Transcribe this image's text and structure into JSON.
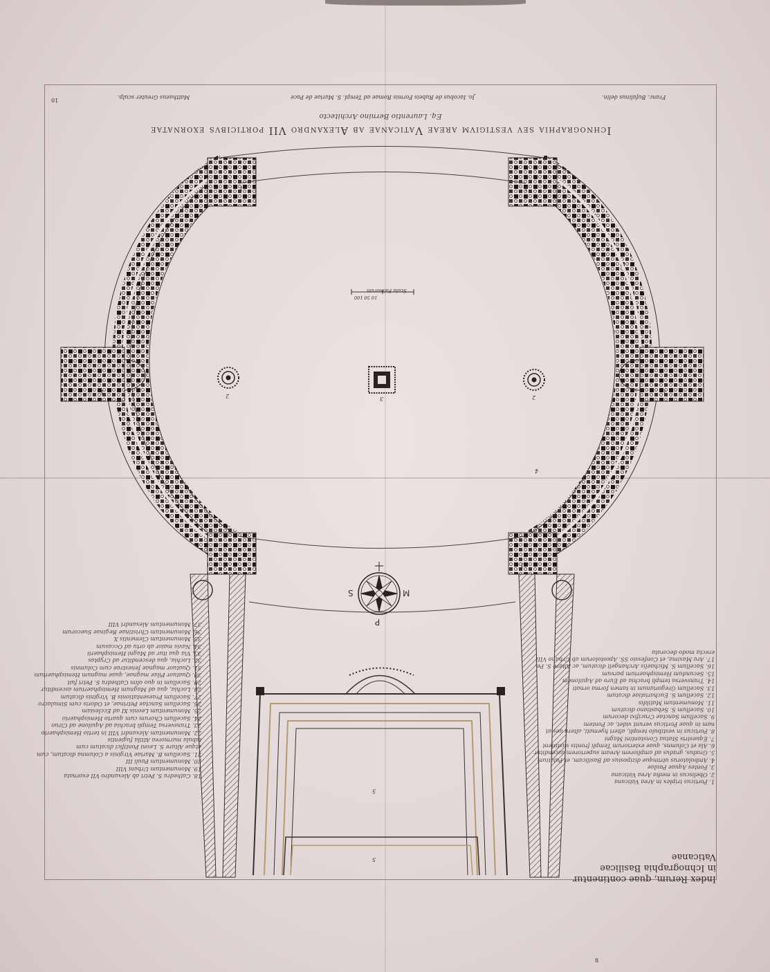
{
  "colors": {
    "paper": "#e6dedd",
    "ink": "#3c3230",
    "plate_border": "#8d7f7c"
  },
  "plate": {
    "title": "Ichnographia sev vestigivm areae Vaticanae ab Alexandro VII porticibvs exornatae",
    "subtitle": "Eq. Laurentio Bernino Architecto",
    "credit_left": "Franc. Bufalinus delin.",
    "credit_center": "Jo. Iacobus de Rubeis Formis Romae ad Templ. S. Mariae de Pace",
    "credit_right": "Matthaeus Greuter sculp.",
    "plate_number": "10"
  },
  "plan": {
    "scale_label": "Scala Palmorum",
    "scale_ticks": "10   50   100",
    "figure_labels": [
      "2",
      "3",
      "2",
      "4",
      "1",
      "1",
      "1",
      "1",
      "1",
      "1",
      "5",
      "5"
    ],
    "compass": {
      "top": "P",
      "left": "M",
      "right": "S",
      "bottom": "+"
    }
  },
  "index": {
    "title": "Index Rerum, quae continentur in Ichnographia Basilicae Vaticanae",
    "items_right": [
      "1. Porticus triplex in Area Vaticana",
      "2. Obeliscus in media Area Vaticana",
      "3. Fontes Aquae Paulae",
      "4. Ambulatorus utrimque diziposius ad Basilicam, et Palatium",
      "5. Gradus, gradus ad ampliorem Aream superiorem ascenditur",
      "6. Ala et Columns, quae exteriorum Templi frontis sustinent",
      "7. Equestris Statua Constantini Magni",
      "8. Porticus in vestibulo templi, alteri hyemati, altera aesiat",
      "nam in quae Porticus verunt videt, ac Pontem",
      "9. Sacellum Sanctae Crucifixi decorum",
      "10. Sacellum S. Sebastiano dicatum",
      "11. Monumentum Matildis",
      "12. Sacellum S. Eucharistiae dicatum",
      "13. Sacellum Gregorianum in tamen forma ornati",
      "14. Transversa templi brachia ad Euro ad Aquilonem",
      "15. Secundum Hemisphaerium parvum",
      "16. Sacellum S. Michaelis Archangeli dicatum, ac Altare S. Pe.",
      "17. Ara Maxima, et Confessio SS. Apostolorum ab Urbano VIII",
      "erecta modo decorata"
    ],
    "items_left": [
      "18. Cathedra S. Petri ab Alexandro VII exornata",
      "19. Monumentum Urbani VIII",
      "20. Monumentum Pauli III",
      "21. Sacellum B. Mariae Virginis a Columna dicatum, cum",
      "atque Altare S. Leoni Pontifici dicatum cum",
      "tabula marmorea Attila fugientis",
      "22. Monumentum Alexandri VIII in tertio Hemisphaerio",
      "23. Transversa Templi brachia ad Aquilone ad Ciruo",
      "24. Sacellum Chorum cum quarto Hemisphaerio",
      "25. Monumentum Leonis XI ad Ecclesiam",
      "26. Sacellum Sanctae Petrinae, et Odoris cum Simulacro",
      "27. Sacellum Praesentationis B. Virginis dicatum",
      "28. Lochia, qua ad Magnum Hemisphaerium ascenditur",
      "29. Sacellum in quo olim Cathedra S. Petri fuit",
      "30. Quatuor Pilae magnae, quae magnum Hemisphaerium",
      "31. Quatuor magnae fenestrae cum Columnis",
      "32. Lochia, qua descenditur ad Cryptas",
      "33. Via qua itur ad Magni Hemisphaerii",
      "34. Navis maior ab ortu ad Occasum",
      "35. Monumentum Clementis X",
      "36. Monumentum Christinae Reginae Suecorum",
      "37. Monumentum Alexandri VIII"
    ]
  },
  "corner_number": "8"
}
